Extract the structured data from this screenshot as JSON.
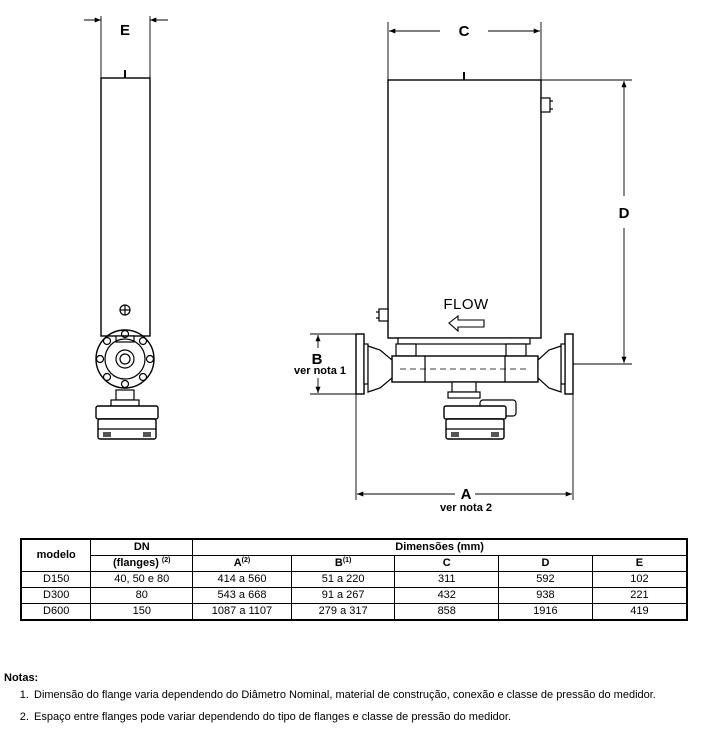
{
  "dimension_labels": {
    "E": "E",
    "C": "C",
    "D": "D",
    "B": "B",
    "B_note": "ver nota 1",
    "A": "A",
    "A_note": "ver nota 2",
    "flow": "FLOW"
  },
  "table": {
    "header_model": "modelo",
    "header_dn_line1": "DN",
    "header_dn_line2": "(flanges)",
    "header_dn_sup": "(2)",
    "header_dimensions": "Dimensões (mm)",
    "col_A": "A",
    "col_A_sup": "(2)",
    "col_B": "B",
    "col_B_sup": "(1)",
    "col_C": "C",
    "col_D": "D",
    "col_E": "E",
    "rows": [
      {
        "model": "D150",
        "dn": "40, 50 e 80",
        "A": "414 a 560",
        "B": "51 a 220",
        "C": "311",
        "D": "592",
        "E": "102"
      },
      {
        "model": "D300",
        "dn": "80",
        "A": "543 a 668",
        "B": "91 a 267",
        "C": "432",
        "D": "938",
        "E": "221"
      },
      {
        "model": "D600",
        "dn": "150",
        "A": "1087 a 1107",
        "B": "279 a 317",
        "C": "858",
        "D": "1916",
        "E": "419"
      }
    ]
  },
  "notes": {
    "title": "Notas:",
    "items": [
      "Dimensão do flange varia dependendo do Diâmetro Nominal, material de construção, conexão e classe de pressão do medidor.",
      "Espaço entre flanges pode variar dependendo do tipo de flanges e classe de pressão do medidor."
    ]
  }
}
